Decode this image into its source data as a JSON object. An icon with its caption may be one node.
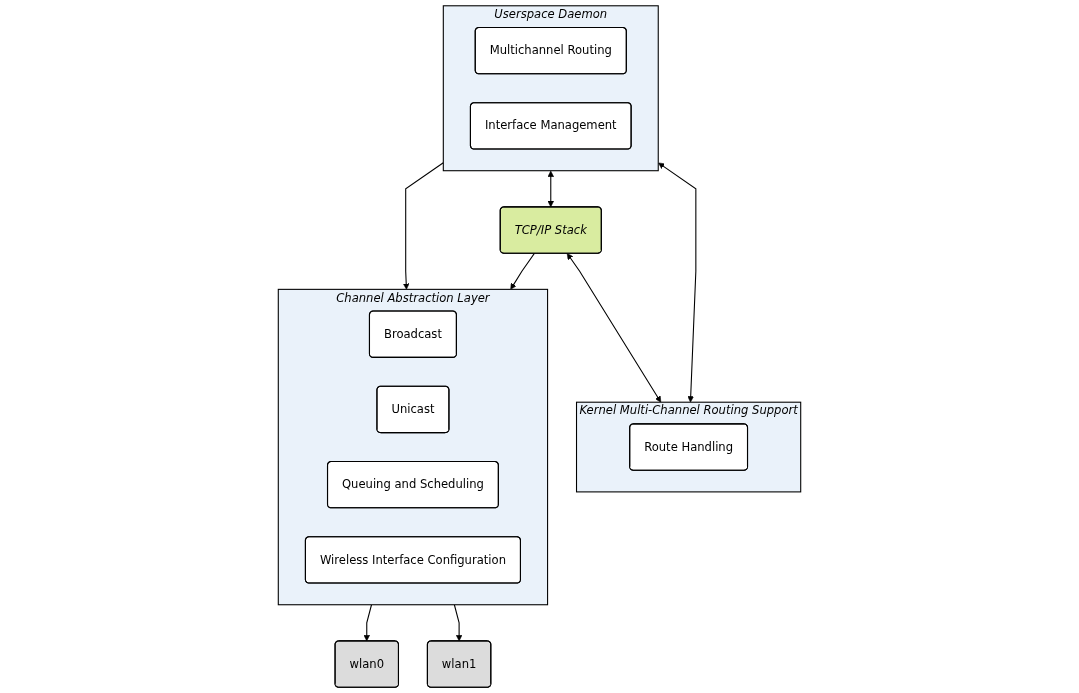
{
  "diagram": {
    "nodes": [
      {
        "text": [
          "Userspace Daemon"
        ]
      },
      {
        "text": [
          "Multichannel Routing"
        ],
        "in": 0
      },
      {
        "text": [
          "Interface Management"
        ],
        "in": 0
      },
      {
        "text": [
          "TCP/IP Stack"
        ]
      },
      {
        "text": [
          "Kernel Multi-Channel Routing Support"
        ]
      },
      {
        "text": [
          "Route Handling"
        ],
        "in": 4
      },
      {
        "text": [
          "Channel Abstraction Layer"
        ]
      },
      {
        "text": [
          "Broadcast"
        ],
        "in": 6
      },
      {
        "text": [
          "Unicast"
        ],
        "in": 6
      },
      {
        "text": [
          "Queuing and Scheduling"
        ],
        "in": 6
      },
      {
        "text": [
          "Wireless Interface Configuration"
        ],
        "in": 6
      },
      {
        "text": [
          "wlan0"
        ]
      },
      {
        "text": [
          "wlan1"
        ]
      }
    ],
    "edges": [
      {
        "from": 0,
        "to": 3,
        "arrow": "both"
      },
      {
        "from": 0,
        "to": 4,
        "arrow": "both"
      },
      {
        "from": 3,
        "to": 4,
        "arrow": "both"
      },
      {
        "from": 3,
        "to": 6,
        "arrow": "to"
      },
      {
        "from": 0,
        "to": 6,
        "arrow": "to"
      },
      {
        "from": 6,
        "to": 11,
        "arrow": "to"
      },
      {
        "from": 6,
        "to": 12,
        "arrow": "to"
      }
    ]
  }
}
